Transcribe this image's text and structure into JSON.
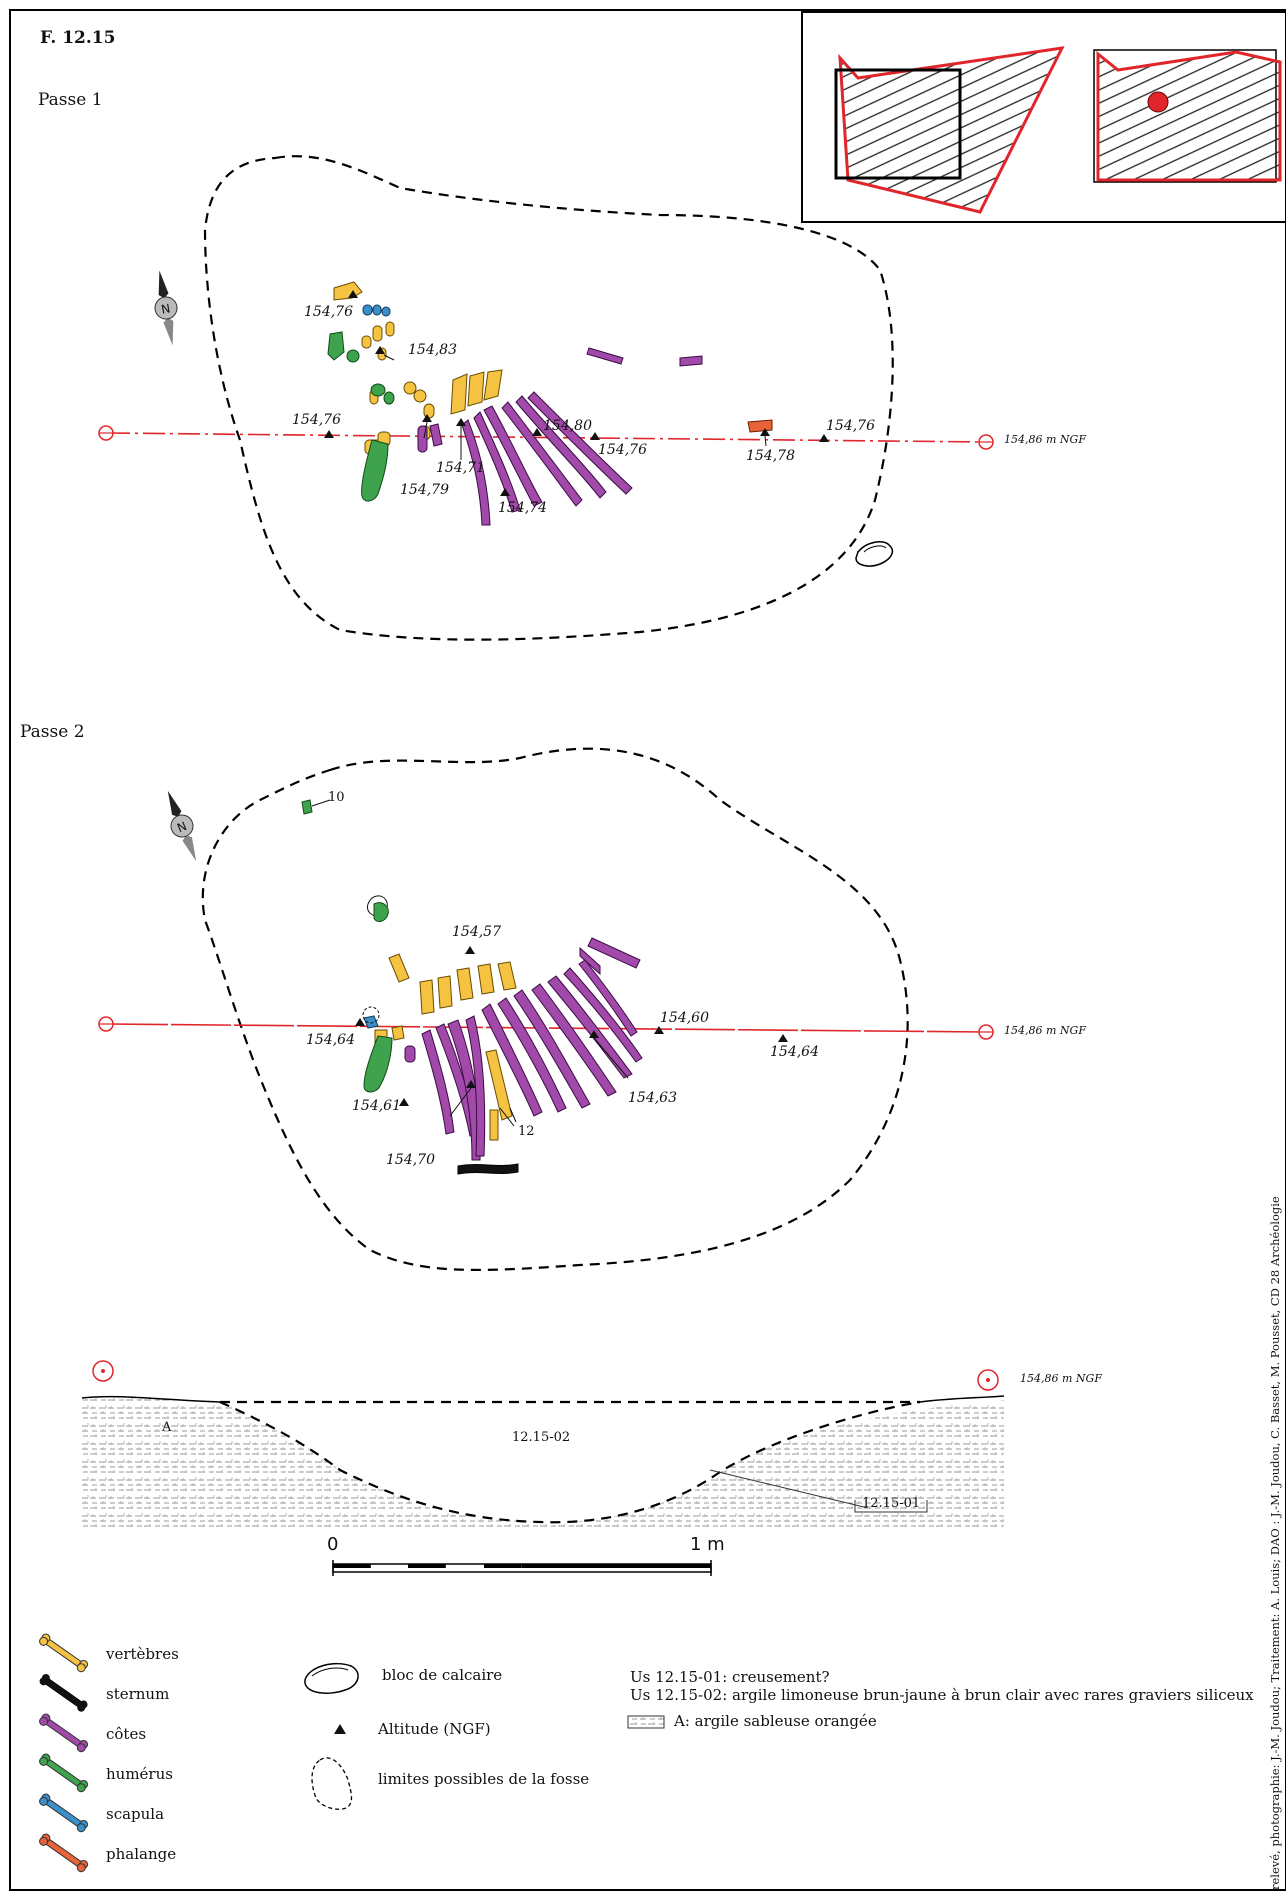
{
  "figure": {
    "title": "F. 12.15",
    "credits": "relevé, photographie: J.-M. Joudou; Traitement: A. Louis; DAO : J.-M. Joudou, C. Basset, M. Pousset, CD 28 Archéologie"
  },
  "passe1": {
    "label": "Passe 1",
    "ngf": "154,86 m NGF",
    "altitudes": [
      "154,76",
      "154,83",
      "154,76",
      "154,80",
      "154,76",
      "154,78",
      "154,76",
      "154,71",
      "154,79",
      "154,74"
    ]
  },
  "passe2": {
    "label": "Passe 2",
    "ngf": "154,86 m NGF",
    "altitudes": [
      "154,57",
      "154,60",
      "154,64",
      "154,64",
      "154,63",
      "154,61",
      "154,70"
    ],
    "numbers": [
      "10",
      "12"
    ]
  },
  "section": {
    "ngf": "154,86 m NGF",
    "layer_a": "A",
    "us_02": "12.15-02",
    "us_01": "12.15-01"
  },
  "scale": {
    "start": "0",
    "end": "1 m"
  },
  "legend": {
    "bones": [
      {
        "label": "vertèbres",
        "color": "#f5c242",
        "icon": "bone-icon"
      },
      {
        "label": "sternum",
        "color": "#111111",
        "icon": "bone-icon"
      },
      {
        "label": "côtes",
        "color": "#a14aaa",
        "icon": "bone-icon"
      },
      {
        "label": "humérus",
        "color": "#3fa34d",
        "icon": "bone-icon"
      },
      {
        "label": "scapula",
        "color": "#3a8fc8",
        "icon": "bone-icon"
      },
      {
        "label": "phalange",
        "color": "#e8623a",
        "icon": "bone-icon"
      }
    ],
    "symbols": {
      "block": "bloc de calcaire",
      "altitude": "Altitude (NGF)",
      "limits": "limites possibles de la fosse"
    },
    "us_notes": [
      "Us 12.15-01: creusement?",
      "Us 12.15-02: argile limoneuse brun-jaune à brun clair avec rares graviers siliceux"
    ],
    "layer_a_note": "A: argile sableuse orangée"
  },
  "colors": {
    "vertebrae": "#f5c242",
    "ribs": "#a14aaa",
    "humerus": "#3fa34d",
    "scapula": "#3a8fc8",
    "phalanx": "#e8623a",
    "axis": "#e0262b"
  }
}
